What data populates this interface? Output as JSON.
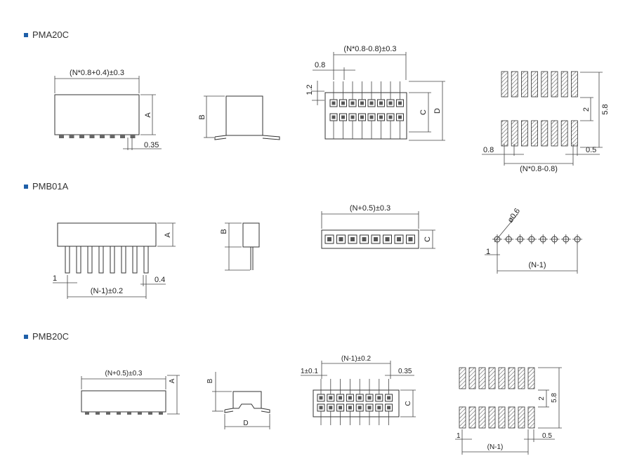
{
  "sections": [
    {
      "title": "PMA20C"
    },
    {
      "title": "PMB01A"
    },
    {
      "title": "PMB20C"
    }
  ],
  "labels": {
    "pma_front_width": "(N*0.8+0.4)±0.3",
    "pma_front_height": "A",
    "pma_front_pin": "0.35",
    "pma_side_height": "B",
    "pma_top_width": "(N*0.8-0.8)±0.3",
    "pma_top_pitch": "0.8",
    "pma_top_left": "1.2",
    "pma_top_c": "C",
    "pma_top_d": "D",
    "pma_pcb_pitch": "0.8",
    "pma_pcb_pad": "0.5",
    "pma_pcb_span": "(N*0.8-0.8)",
    "pma_pcb_gap": "2",
    "pma_pcb_height": "5.8",
    "pmb01_front_height": "A",
    "pmb01_front_one": "1",
    "pmb01_front_span": "(N-1)±0.2",
    "pmb01_front_pin": "0.4",
    "pmb01_side_height": "B",
    "pmb01_top_width": "(N+0.5)±0.3",
    "pmb01_top_c": "C",
    "pmb01_pcb_dia": "ø0.6",
    "pmb01_pcb_one": "1",
    "pmb01_pcb_span": "(N-1)",
    "pmb20_front_width": "(N+0.5)±0.3",
    "pmb20_front_height": "A",
    "pmb20_side_height": "B",
    "pmb20_side_d": "D",
    "pmb20_top_width": "(N-1)±0.2",
    "pmb20_top_left": "1±0.1",
    "pmb20_top_right": "0.35",
    "pmb20_top_c": "C",
    "pmb20_pcb_one": "1",
    "pmb20_pcb_pad": "0.5",
    "pmb20_pcb_span": "(N-1)",
    "pmb20_pcb_gap": "2",
    "pmb20_pcb_height": "5.8"
  },
  "colors": {
    "bullet": "#1e5fa8",
    "line": "#333333"
  }
}
